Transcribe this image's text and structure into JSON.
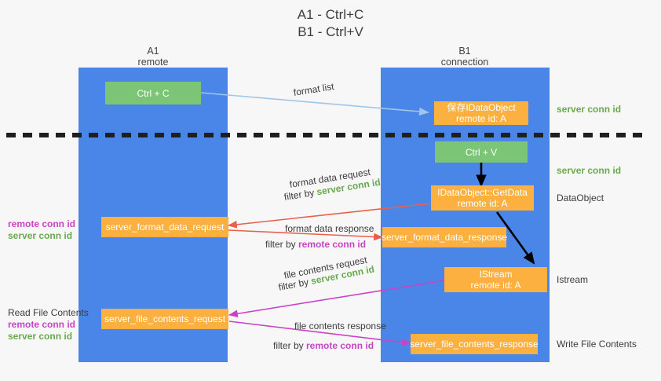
{
  "title": {
    "line1": "A1 - Ctrl+C",
    "line2": "B1 - Ctrl+V"
  },
  "columns": [
    {
      "name": "A1",
      "sub": "remote"
    },
    {
      "name": "B1",
      "sub": "connection"
    }
  ],
  "nodes": {
    "ctrl_c": {
      "label": "Ctrl + C"
    },
    "ctrl_v": {
      "label": "Ctrl + V"
    },
    "save_idataobject": {
      "label": "保存IDataObject",
      "sub": "remote id: A"
    },
    "getdata": {
      "label": "IDataObject::GetData",
      "sub": "remote id: A"
    },
    "istream": {
      "label": "IStream",
      "sub": "remote id: A"
    },
    "server_format_data_request": {
      "label": "server_format_data_request"
    },
    "server_format_data_response": {
      "label": "server_format_data_response"
    },
    "server_file_contents_request": {
      "label": "server_file_contents_request"
    },
    "server_file_contents_response": {
      "label": "server_file_contents_response"
    }
  },
  "edge_labels": {
    "format_list": "format list",
    "format_data_request": "format data request",
    "format_data_request_filter_prefix": "filter by ",
    "format_data_request_filter_key": "server conn id",
    "format_data_response": "format data response",
    "format_data_response_filter_prefix": "filter by ",
    "format_data_response_filter_key": "remote conn id",
    "file_contents_request": "file contents request",
    "file_contents_request_filter_prefix": "filter by ",
    "file_contents_request_filter_key": "server conn id",
    "file_contents_response": "file contents response",
    "file_contents_response_filter_prefix": "filter by ",
    "file_contents_response_filter_key": "remote conn id"
  },
  "right_annotations": {
    "server_conn_id_top": "server conn id",
    "server_conn_id_second": "server conn id",
    "dataobject": "DataObject",
    "istream": "Istream",
    "write_file_contents": "Write File Contents"
  },
  "left_annotations": {
    "mid_remote": "remote conn id",
    "mid_server": "server conn id",
    "read_file_contents": "Read File Contents",
    "bottom_remote": "remote conn id",
    "bottom_server": "server conn id"
  },
  "colors": {
    "lane": "#4a86e8",
    "green_node": "#7cc576",
    "orange_node": "#fbb040",
    "server_conn_id": "#6aa84f",
    "remote_conn_id": "#c744c7",
    "format_list_arrow": "#9fc5e8",
    "format_data_arrow": "#e8604c",
    "file_contents_arrow": "#c744c7",
    "flow_arrow": "#000000",
    "divider": "#1f1f1f",
    "background": "#f7f7f7"
  }
}
